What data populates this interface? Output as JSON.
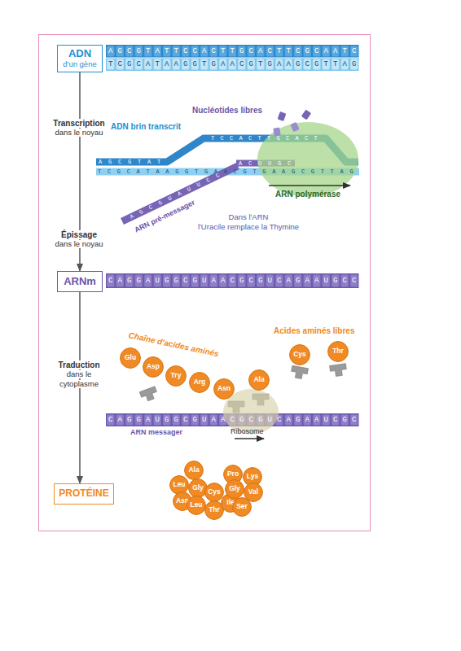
{
  "diagram": {
    "nodes": [
      {
        "text": [
          "ADN",
          "d'un gène"
        ]
      },
      {
        "text": [
          "ARNm"
        ]
      },
      {
        "text": [
          "Glu"
        ]
      },
      {
        "text": [
          "Asp"
        ]
      },
      {
        "text": [
          "Try"
        ]
      },
      {
        "text": [
          "Arg"
        ]
      },
      {
        "text": [
          "Asn"
        ]
      },
      {
        "text": [
          "Ala"
        ]
      },
      {
        "text": [
          "Cys"
        ]
      },
      {
        "text": [
          "Thr"
        ]
      },
      {
        "text": [
          "PROTÉINE"
        ]
      },
      {
        "text": [
          "Ala"
        ]
      },
      {
        "text": [
          "Leu"
        ]
      },
      {
        "text": [
          "Gly"
        ]
      },
      {
        "text": [
          "Asn"
        ]
      },
      {
        "text": [
          "Cys"
        ]
      },
      {
        "text": [
          "Leu"
        ]
      },
      {
        "text": [
          "Thr"
        ]
      },
      {
        "text": [
          "Ile"
        ]
      },
      {
        "text": [
          "Pro"
        ]
      },
      {
        "text": [
          "Lys"
        ]
      },
      {
        "text": [
          "Gly"
        ]
      },
      {
        "text": [
          "Val"
        ]
      },
      {
        "text": [
          "Ser"
        ]
      }
    ],
    "edges": [
      {
        "from": 0,
        "to": 1,
        "arrow": "to"
      },
      {
        "from": 1,
        "to": 10,
        "arrow": "to"
      }
    ],
    "labels": [
      "Transcription",
      "dans le noyau",
      "Épissage",
      "dans le noyau",
      "Traduction",
      "dans le",
      "cytoplasme",
      "Nucléotides libres",
      "ADN brin transcrit",
      "ARN pré-messager",
      "ARN polymérase",
      "Dans l'ARN",
      "l'Uracile remplace la Thymine",
      "Chaîne d'acides aminés",
      "Acides aminés libres",
      "ARN messager",
      "Ribosome",
      "AGCGTATTCCACTTGCACTTCGCAATC",
      "TCGCATAAGGTGAACGTGAAGCGTTAG",
      "AGCGTAT",
      "TCCACTTGCACT",
      "TCGCATAAGGTGAACGTGAAGCGTTAG",
      "ACUUGC",
      "AGCGUAUUCC",
      "CAGGAUGGCGUAACGCGUCAGAAUGCC",
      "CAGGAUGGCGUAACGCGUCAGAAUCGC"
    ]
  }
}
